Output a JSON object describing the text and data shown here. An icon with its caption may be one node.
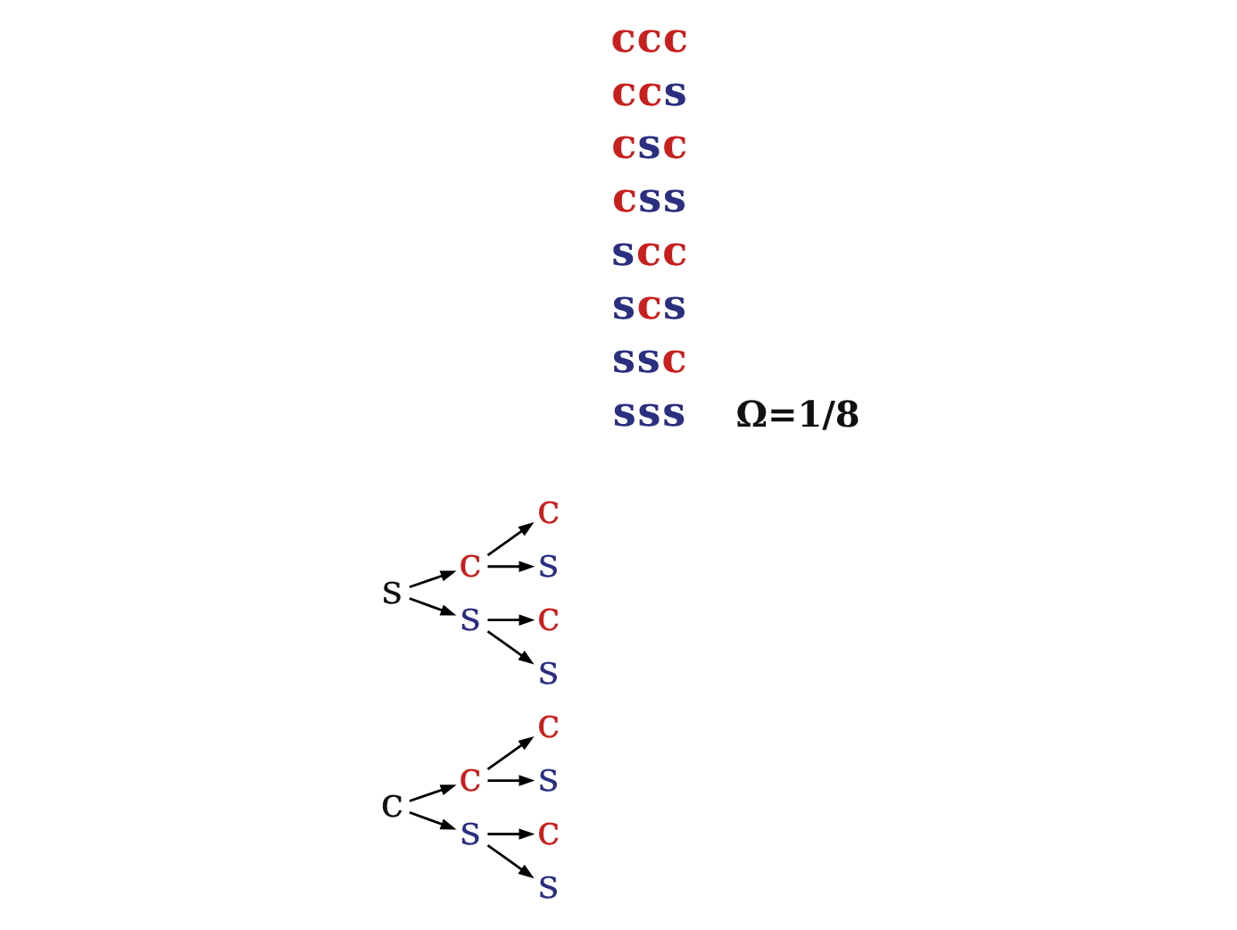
{
  "diagram": {
    "nodes": [
      {
        "text": [
          "c"
        ]
      },
      {
        "text": [
          "c"
        ]
      },
      {
        "text": [
          "c"
        ]
      },
      {
        "text": [
          "s"
        ]
      },
      {
        "text": [
          "s"
        ]
      },
      {
        "text": [
          "c"
        ]
      },
      {
        "text": [
          "s"
        ]
      },
      {
        "text": [
          "s"
        ]
      },
      {
        "text": [
          "c"
        ]
      },
      {
        "text": [
          "c"
        ]
      },
      {
        "text": [
          "s"
        ]
      },
      {
        "text": [
          "s"
        ]
      },
      {
        "text": [
          "c"
        ]
      },
      {
        "text": [
          "s"
        ]
      }
    ],
    "edges": [
      {
        "from": 0,
        "to": 1,
        "arrow": "to"
      },
      {
        "from": 0,
        "to": 4,
        "arrow": "to"
      },
      {
        "from": 1,
        "to": 2,
        "arrow": "to"
      },
      {
        "from": 1,
        "to": 3,
        "arrow": "to"
      },
      {
        "from": 4,
        "to": 5,
        "arrow": "to"
      },
      {
        "from": 4,
        "to": 6,
        "arrow": "to"
      },
      {
        "from": 7,
        "to": 8,
        "arrow": "to"
      },
      {
        "from": 7,
        "to": 11,
        "arrow": "to"
      },
      {
        "from": 8,
        "to": 9,
        "arrow": "to"
      },
      {
        "from": 8,
        "to": 10,
        "arrow": "to"
      },
      {
        "from": 11,
        "to": 12,
        "arrow": "to"
      },
      {
        "from": 11,
        "to": 13,
        "arrow": "to"
      }
    ],
    "labels": [
      "ccc",
      "ccs",
      "csc",
      "css",
      "scc",
      "scs",
      "ssc",
      "sss",
      "Ω=1/8"
    ]
  }
}
